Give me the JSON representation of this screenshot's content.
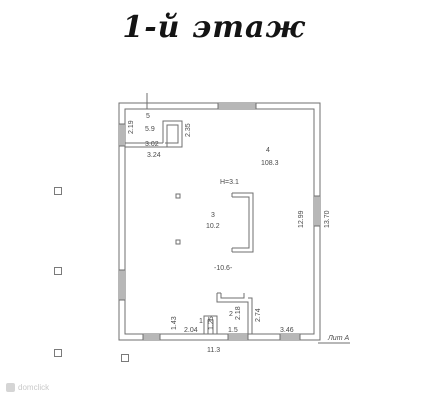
{
  "title": "1-й этаж",
  "plan": {
    "rooms": [
      {
        "number": "5",
        "area": "5.9"
      },
      {
        "number": "4",
        "area": "108.3"
      },
      {
        "number": "3",
        "area": "10.2"
      },
      {
        "number": "1",
        "area": "1.25"
      },
      {
        "number": "2",
        "area": "2.18"
      }
    ],
    "height": "H=3.1",
    "dimensions": {
      "d_219": "2.19",
      "d_235": "2.35",
      "d_302": "3.02",
      "d_324": "3.24",
      "d_1299": "12.99",
      "d_1370": "13.70",
      "d_106": "-10.6-",
      "d_274": "2.74",
      "d_143": "1.43",
      "d_204": "2.04",
      "d_15": "1.5",
      "d_346": "3.46",
      "d_113": "11.3"
    },
    "lit_label": "Лит А"
  },
  "watermark": "domclick"
}
